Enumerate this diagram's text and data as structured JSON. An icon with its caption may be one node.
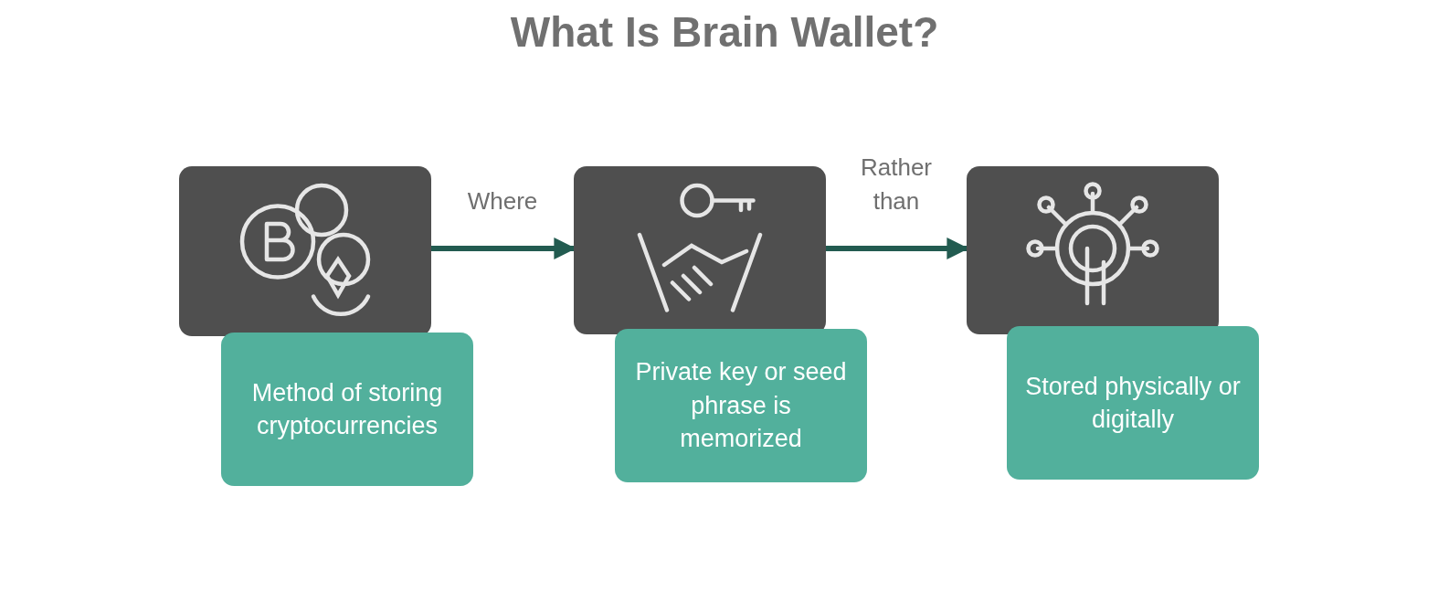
{
  "diagram": {
    "title": "What Is Brain Wallet?",
    "nodes": [
      {
        "text": [],
        "shape": "box"
      },
      {
        "text": [
          "Method of storing cryptocurrencies"
        ]
      },
      {
        "text": [],
        "shape": "box"
      },
      {
        "text": [
          "Private key or seed phrase is memorized"
        ]
      },
      {
        "text": [],
        "shape": "box"
      },
      {
        "text": [
          "Stored physically or digitally"
        ]
      }
    ],
    "edges": [
      {
        "from": 0,
        "to": 2,
        "arrow": "to",
        "label": "Where"
      },
      {
        "from": 2,
        "to": 4,
        "arrow": "to",
        "label": "Rather than"
      }
    ]
  }
}
